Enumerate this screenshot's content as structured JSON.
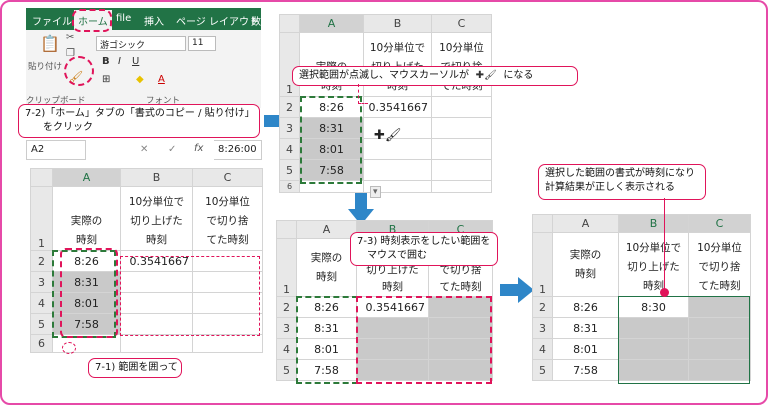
{
  "ribbon": {
    "tabs": [
      "ファイル",
      "ホーム",
      "file",
      "挿入",
      "ページ レイアウト",
      "数"
    ],
    "font_name": "游ゴシック",
    "font_size": "11",
    "paste_label": "貼り付け",
    "clipboard_label": "クリップボード",
    "font_group_label": "フォント",
    "bold": "B",
    "italic": "I",
    "underline": "U"
  },
  "formula_bar": {
    "cell_ref": "A2",
    "fx": "fx",
    "value": "8:26:00"
  },
  "headers": {
    "cols": [
      "A",
      "B",
      "C"
    ],
    "a1": [
      "実際の",
      "時刻"
    ],
    "b1": [
      "10分単位で",
      "切り上げた",
      "時刻"
    ],
    "c1": [
      "10分単位",
      "で切り捨",
      "てた時刻"
    ],
    "c1_short": [
      "10分単位",
      "で切り捨",
      "てた時刻"
    ]
  },
  "rows": [
    "1",
    "2",
    "3",
    "4",
    "5",
    "6"
  ],
  "times": [
    "8:26",
    "8:31",
    "8:01",
    "7:58"
  ],
  "b2_value": "0.3541667",
  "b2_result": "8:30",
  "callouts": {
    "c72_line1": "7-2)「ホーム」タブの「書式のコピー / 貼り付け」",
    "c72_line2": "をクリック",
    "c71": "7-1) 範囲を囲って",
    "blink": "選択範囲が点滅し、マウスカーソルが",
    "blink_end": "になる",
    "c73_line1": "7-3) 時刻表示をしたい範囲を",
    "c73_line2": "マウスで囲む",
    "result_line1": "選択した範囲の書式が時刻になり",
    "result_line2": "計算結果が正しく表示される"
  },
  "colors": {
    "excel_green": "#217346",
    "annotation_red": "#e0145a",
    "arrow_blue": "#2e86c8",
    "frame_pink": "#e64aa8"
  },
  "icons": [
    "scissors-icon",
    "copy-icon",
    "format-painter-icon",
    "paste-icon",
    "border-icon",
    "fill-color-icon",
    "font-color-icon",
    "brush-cursor-icon",
    "arrow-right-icon",
    "arrow-down-icon"
  ]
}
